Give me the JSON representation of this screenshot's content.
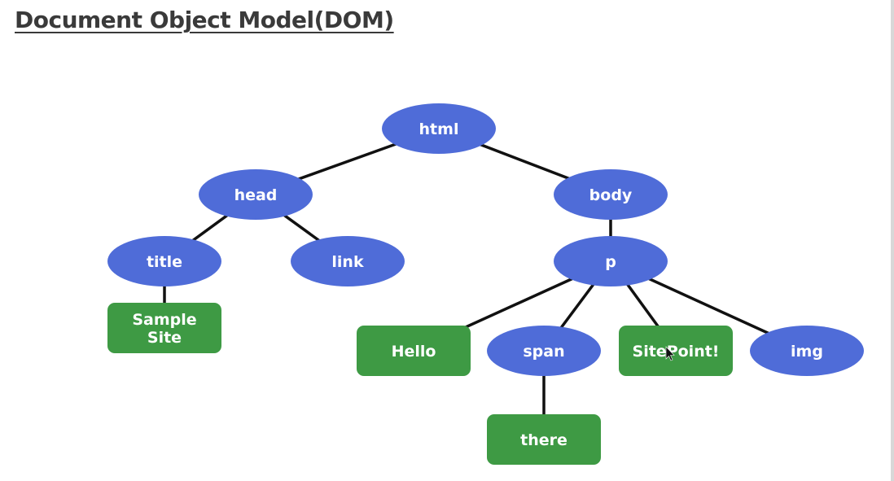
{
  "title": "Document Object Model(DOM)",
  "colors": {
    "element_node": "#4f6cd8",
    "text_node": "#3e9a44",
    "edge": "#111111",
    "title_text": "#3a3a3a"
  },
  "tree": {
    "nodes": [
      {
        "id": "html",
        "label": "html",
        "kind": "element"
      },
      {
        "id": "head",
        "label": "head",
        "kind": "element"
      },
      {
        "id": "body",
        "label": "body",
        "kind": "element"
      },
      {
        "id": "title",
        "label": "title",
        "kind": "element"
      },
      {
        "id": "link",
        "label": "link",
        "kind": "element"
      },
      {
        "id": "sample-site",
        "label": [
          "Sample",
          "Site"
        ],
        "kind": "text"
      },
      {
        "id": "p",
        "label": "p",
        "kind": "element"
      },
      {
        "id": "hello",
        "label": "Hello",
        "kind": "text"
      },
      {
        "id": "span",
        "label": "span",
        "kind": "element"
      },
      {
        "id": "sitepoint",
        "label": "SitePoint!",
        "kind": "text"
      },
      {
        "id": "img",
        "label": "img",
        "kind": "element"
      },
      {
        "id": "there",
        "label": "there",
        "kind": "text"
      }
    ],
    "edges": [
      [
        "html",
        "head"
      ],
      [
        "html",
        "body"
      ],
      [
        "head",
        "title"
      ],
      [
        "head",
        "link"
      ],
      [
        "title",
        "sample-site"
      ],
      [
        "body",
        "p"
      ],
      [
        "p",
        "hello"
      ],
      [
        "p",
        "span"
      ],
      [
        "p",
        "sitepoint"
      ],
      [
        "p",
        "img"
      ],
      [
        "span",
        "there"
      ]
    ]
  },
  "cursor_icon": "mouse-pointer-icon"
}
